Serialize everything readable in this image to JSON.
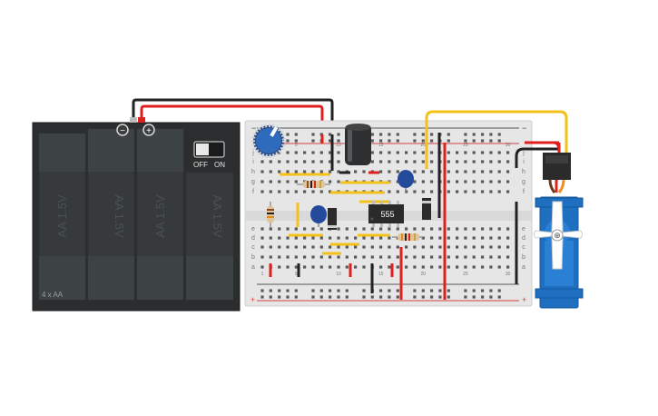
{
  "battery": {
    "model_label": "4 x AA",
    "cell_label": "AA 1.5V",
    "switch_off_label": "OFF",
    "switch_on_label": "ON",
    "minus_label": "−",
    "plus_label": "+",
    "case_color": "#2b2d2e"
  },
  "breadboard": {
    "row_labels_top": [
      "j",
      "i",
      "h",
      "g",
      "f"
    ],
    "row_labels_bottom": [
      "e",
      "d",
      "c",
      "b",
      "a"
    ],
    "column_numbers": [
      "1",
      "",
      "",
      "",
      "5",
      "",
      "",
      "",
      "",
      "10",
      "",
      "",
      "",
      "",
      "15",
      "",
      "",
      "",
      "",
      "20",
      "",
      "",
      "",
      "",
      "25",
      "",
      "",
      "",
      "",
      "30"
    ],
    "rail_minus": "−",
    "rail_plus": "+",
    "body_color": "#e6e6e6"
  },
  "ic": {
    "label": "555"
  },
  "wires": {
    "red": "#e0201f",
    "black": "#222222",
    "yellow": "#f2c21b"
  },
  "servo": {
    "body_color": "#1f6fc0"
  }
}
